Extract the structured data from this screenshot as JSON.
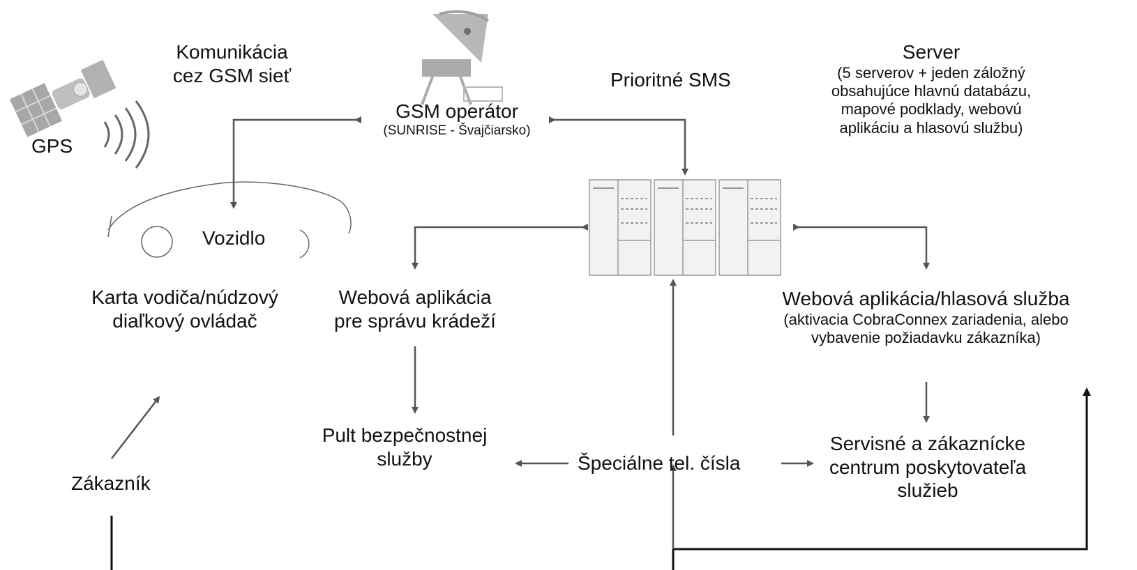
{
  "diagram": {
    "gps": {
      "label": "GPS"
    },
    "gsm_comm": {
      "line1": "Komunikácia",
      "line2": "cez GSM sieť"
    },
    "gsm_operator": {
      "title": "GSM operátor",
      "subtitle": "(SUNRISE - Švajčiarsko)"
    },
    "priority_sms": {
      "label": "Prioritné SMS"
    },
    "server": {
      "title": "Server",
      "line1": "(5 serverov + jeden záložný",
      "line2": "obsahujúce hlavnú databázu,",
      "line3": "mapové podklady, webovú",
      "line4": "aplikáciu a hlasovú službu)"
    },
    "vehicle": {
      "label": "Vozidlo"
    },
    "driver_card": {
      "line1": "Karta vodiča/núdzový",
      "line2": "diaľkový ovládač"
    },
    "theft_app": {
      "line1": "Webová aplikácia",
      "line2": "pre správu krádeží"
    },
    "web_voice": {
      "title": "Webová aplikácia/hlasová služba",
      "line1": "(aktivacia CobraConnex zariadenia, alebo",
      "line2": "vybavenie požiadavku zákazníka)"
    },
    "security_desk": {
      "line1": "Pult bezpečnostnej",
      "line2": "služby"
    },
    "special_numbers": {
      "label": "Špeciálne tel. čísla"
    },
    "service_center": {
      "line1": "Servisné a zákaznícke",
      "line2": "centrum poskytovateľa",
      "line3": "služieb"
    },
    "customer": {
      "label": "Zákazník"
    }
  }
}
